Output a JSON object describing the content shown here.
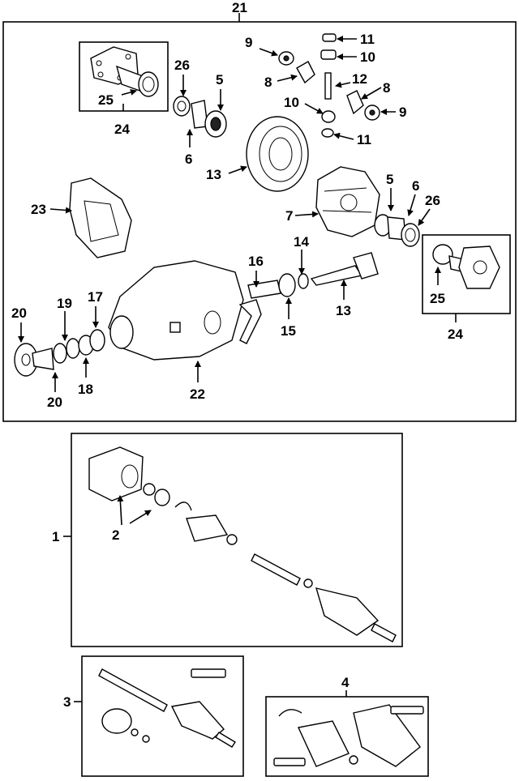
{
  "diagram": {
    "callouts": [
      {
        "id": "c21",
        "text": "21"
      },
      {
        "id": "c24a",
        "text": "24"
      },
      {
        "id": "c25a",
        "text": "25"
      },
      {
        "id": "c26a",
        "text": "26"
      },
      {
        "id": "c5a",
        "text": "5"
      },
      {
        "id": "c6a",
        "text": "6"
      },
      {
        "id": "c9a",
        "text": "9"
      },
      {
        "id": "c8a",
        "text": "8"
      },
      {
        "id": "c11a",
        "text": "11"
      },
      {
        "id": "c10a",
        "text": "10"
      },
      {
        "id": "c12",
        "text": "12"
      },
      {
        "id": "c8b",
        "text": "8"
      },
      {
        "id": "c10b",
        "text": "10"
      },
      {
        "id": "c9b",
        "text": "9"
      },
      {
        "id": "c11b",
        "text": "11"
      },
      {
        "id": "c13a",
        "text": "13"
      },
      {
        "id": "c23",
        "text": "23"
      },
      {
        "id": "c7",
        "text": "7"
      },
      {
        "id": "c5b",
        "text": "5"
      },
      {
        "id": "c6b",
        "text": "6"
      },
      {
        "id": "c26b",
        "text": "26"
      },
      {
        "id": "c16",
        "text": "16"
      },
      {
        "id": "c14",
        "text": "14"
      },
      {
        "id": "c15",
        "text": "15"
      },
      {
        "id": "c13b",
        "text": "13"
      },
      {
        "id": "c25b",
        "text": "25"
      },
      {
        "id": "c24b",
        "text": "24"
      },
      {
        "id": "c20a",
        "text": "20"
      },
      {
        "id": "c19",
        "text": "19"
      },
      {
        "id": "c17",
        "text": "17"
      },
      {
        "id": "c20b",
        "text": "20"
      },
      {
        "id": "c18",
        "text": "18"
      },
      {
        "id": "c22",
        "text": "22"
      },
      {
        "id": "c1",
        "text": "1"
      },
      {
        "id": "c2",
        "text": "2"
      },
      {
        "id": "c3",
        "text": "3"
      },
      {
        "id": "c4",
        "text": "4"
      }
    ]
  }
}
